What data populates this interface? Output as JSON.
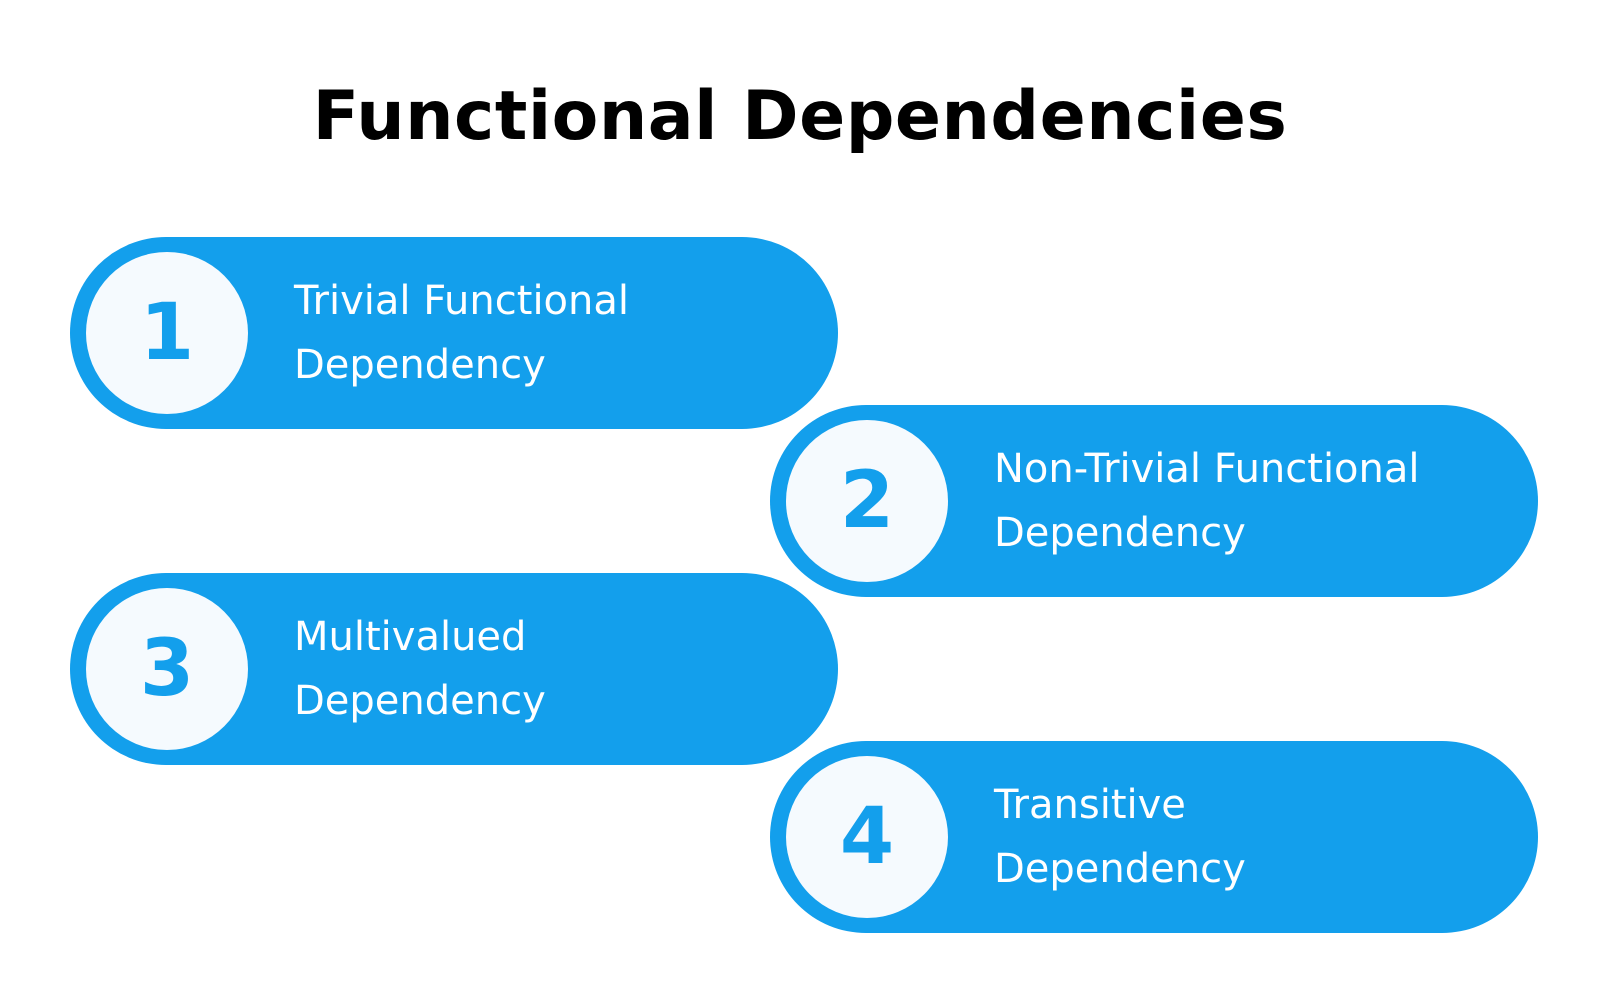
{
  "title": "Functional Dependencies",
  "colors": {
    "accent": "#139FEC",
    "circle_fill": "#F5FAFE",
    "label_text": "#FFFFFF",
    "title_text": "#000000"
  },
  "items": [
    {
      "number": "1",
      "line1": "Trivial Functional",
      "line2": "Dependency"
    },
    {
      "number": "2",
      "line1": "Non-Trivial Functional",
      "line2": "Dependency"
    },
    {
      "number": "3",
      "line1": "Multivalued",
      "line2": "Dependency"
    },
    {
      "number": "4",
      "line1": "Transitive",
      "line2": "Dependency"
    }
  ]
}
